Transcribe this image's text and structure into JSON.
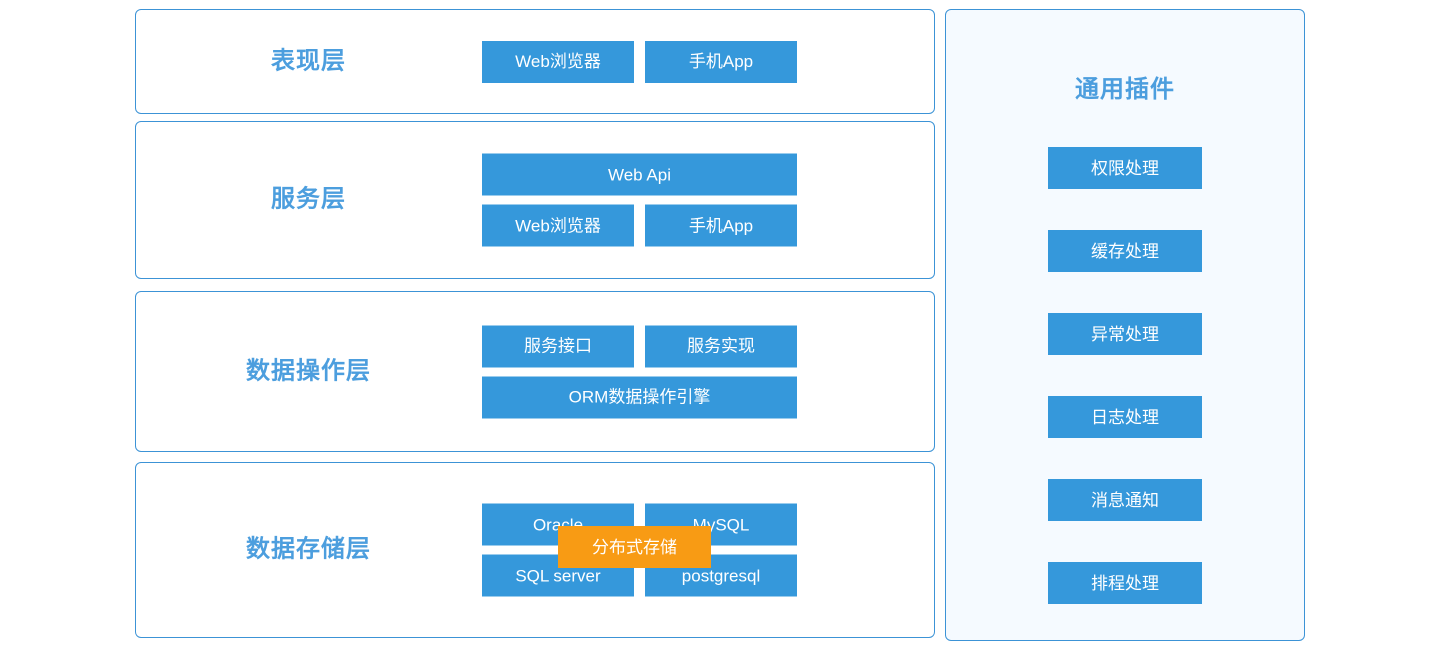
{
  "diagram": {
    "colors": {
      "box_blue": "#3598db",
      "accent_orange": "#f89b14",
      "label_blue": "#4c9ede",
      "panel_border": "#3c93d6",
      "side_panel_bg": "#f5faff"
    },
    "layers": [
      {
        "label": "表现层",
        "rows": [
          [
            {
              "text": "Web浏览器",
              "span": "half"
            },
            {
              "text": "手机App",
              "span": "half"
            }
          ]
        ]
      },
      {
        "label": "服务层",
        "rows": [
          [
            {
              "text": "Web  Api",
              "span": "full"
            }
          ],
          [
            {
              "text": "Web浏览器",
              "span": "half"
            },
            {
              "text": "手机App",
              "span": "half"
            }
          ]
        ]
      },
      {
        "label": "数据操作层",
        "rows": [
          [
            {
              "text": "服务接口",
              "span": "half"
            },
            {
              "text": "服务实现",
              "span": "half"
            }
          ],
          [
            {
              "text": "ORM数据操作引擎",
              "span": "full"
            }
          ]
        ]
      },
      {
        "label": "数据存储层",
        "rows": [
          [
            {
              "text": "Oracle",
              "span": "half"
            },
            {
              "text": "MySQL",
              "span": "half"
            }
          ],
          [
            {
              "text": "SQL server",
              "span": "half"
            },
            {
              "text": "postgresql",
              "span": "half"
            }
          ]
        ]
      }
    ],
    "overlay": {
      "label": "分布式存储"
    },
    "side_panel": {
      "title": "通用插件",
      "plugins": [
        {
          "label": "权限处理"
        },
        {
          "label": "缓存处理"
        },
        {
          "label": "异常处理"
        },
        {
          "label": "日志处理"
        },
        {
          "label": "消息通知"
        },
        {
          "label": "排程处理"
        }
      ]
    }
  }
}
